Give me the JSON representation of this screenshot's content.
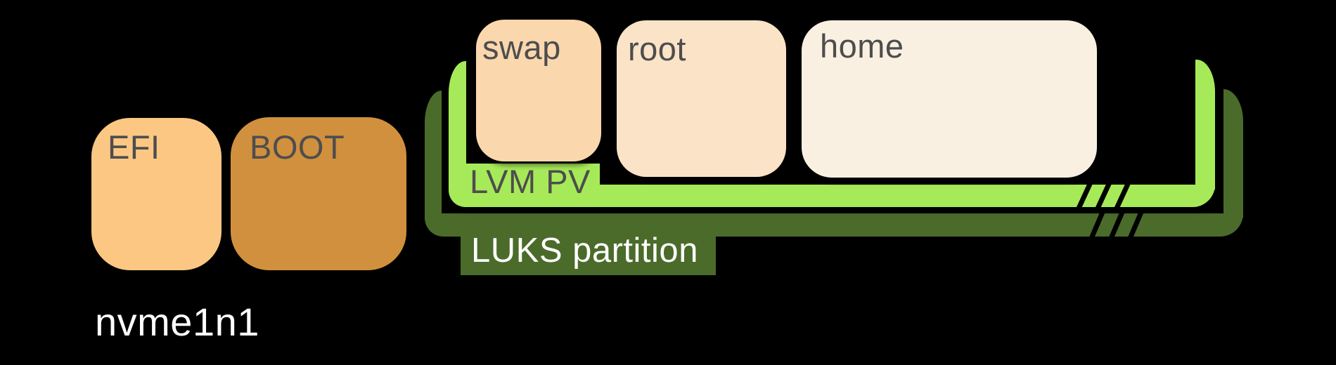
{
  "disk": {
    "name": "nvme1n1"
  },
  "partitions": [
    {
      "id": "efi",
      "label": "EFI"
    },
    {
      "id": "boot",
      "label": "BOOT"
    },
    {
      "id": "luks",
      "label": "LUKS partition"
    }
  ],
  "lvm_pv": {
    "label": "LVM PV"
  },
  "logical_volumes": [
    {
      "label": "swap"
    },
    {
      "label": "root"
    },
    {
      "label": "home"
    }
  ],
  "colors": {
    "background": "#000000",
    "efi_fill": "#FBC783",
    "boot_fill": "#D1903E",
    "swap_fill": "#FAD7AD",
    "root_fill": "#FBE3C8",
    "home_fill": "#FAF0E2",
    "luks_fill": "#4B6B2A",
    "lvm_fill": "#A7EA59",
    "box_text": "#4D4D4D",
    "light_text": "#FFFFFF",
    "hatch": "#000000"
  }
}
